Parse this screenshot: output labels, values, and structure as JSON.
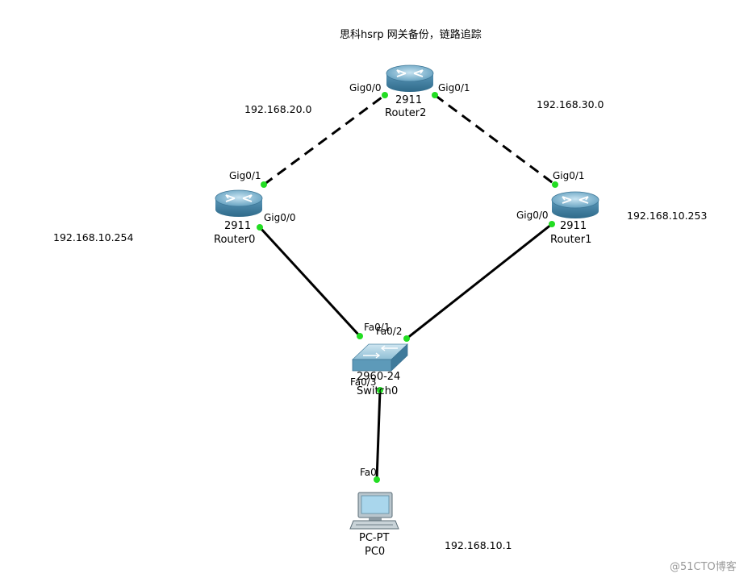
{
  "title": "思科hsrp 网关备份，链路追踪",
  "colors": {
    "link": "#000000",
    "port_up": "#22dd22",
    "router": "#4e8fb0",
    "switch": "#7aaec6"
  },
  "devices": {
    "router2": {
      "model": "2911",
      "name": "Router2",
      "icon": "router-icon"
    },
    "router0": {
      "model": "2911",
      "name": "Router0",
      "icon": "router-icon"
    },
    "router1": {
      "model": "2911",
      "name": "Router1",
      "icon": "router-icon"
    },
    "switch0": {
      "model": "2960-24",
      "name": "Switch0",
      "icon": "switch-icon"
    },
    "pc0": {
      "model": "PC-PT",
      "name": "PC0",
      "icon": "pc-icon"
    }
  },
  "ports": {
    "r2_gig00": "Gig0/0",
    "r2_gig01": "Gig0/1",
    "r0_gig01": "Gig0/1",
    "r0_gig00": "Gig0/0",
    "r1_gig01": "Gig0/1",
    "r1_gig00": "Gig0/0",
    "sw_fa01": "Fa0/1",
    "sw_fa02": "Fa0/2",
    "sw_fa03": "Fa0/3",
    "pc_fa0": "Fa0"
  },
  "networks": {
    "net_20": "192.168.20.0",
    "net_30": "192.168.30.0",
    "ip_r1": "192.168.10.253",
    "ip_r0": "192.168.10.254",
    "ip_pc": "192.168.10.1"
  },
  "links": [
    {
      "from": "router0",
      "to": "router2",
      "style": "dashed"
    },
    {
      "from": "router2",
      "to": "router1",
      "style": "dashed"
    },
    {
      "from": "router0",
      "to": "switch0",
      "style": "solid"
    },
    {
      "from": "router1",
      "to": "switch0",
      "style": "solid"
    },
    {
      "from": "switch0",
      "to": "pc0",
      "style": "solid"
    }
  ],
  "watermark": "@51CTO博客"
}
